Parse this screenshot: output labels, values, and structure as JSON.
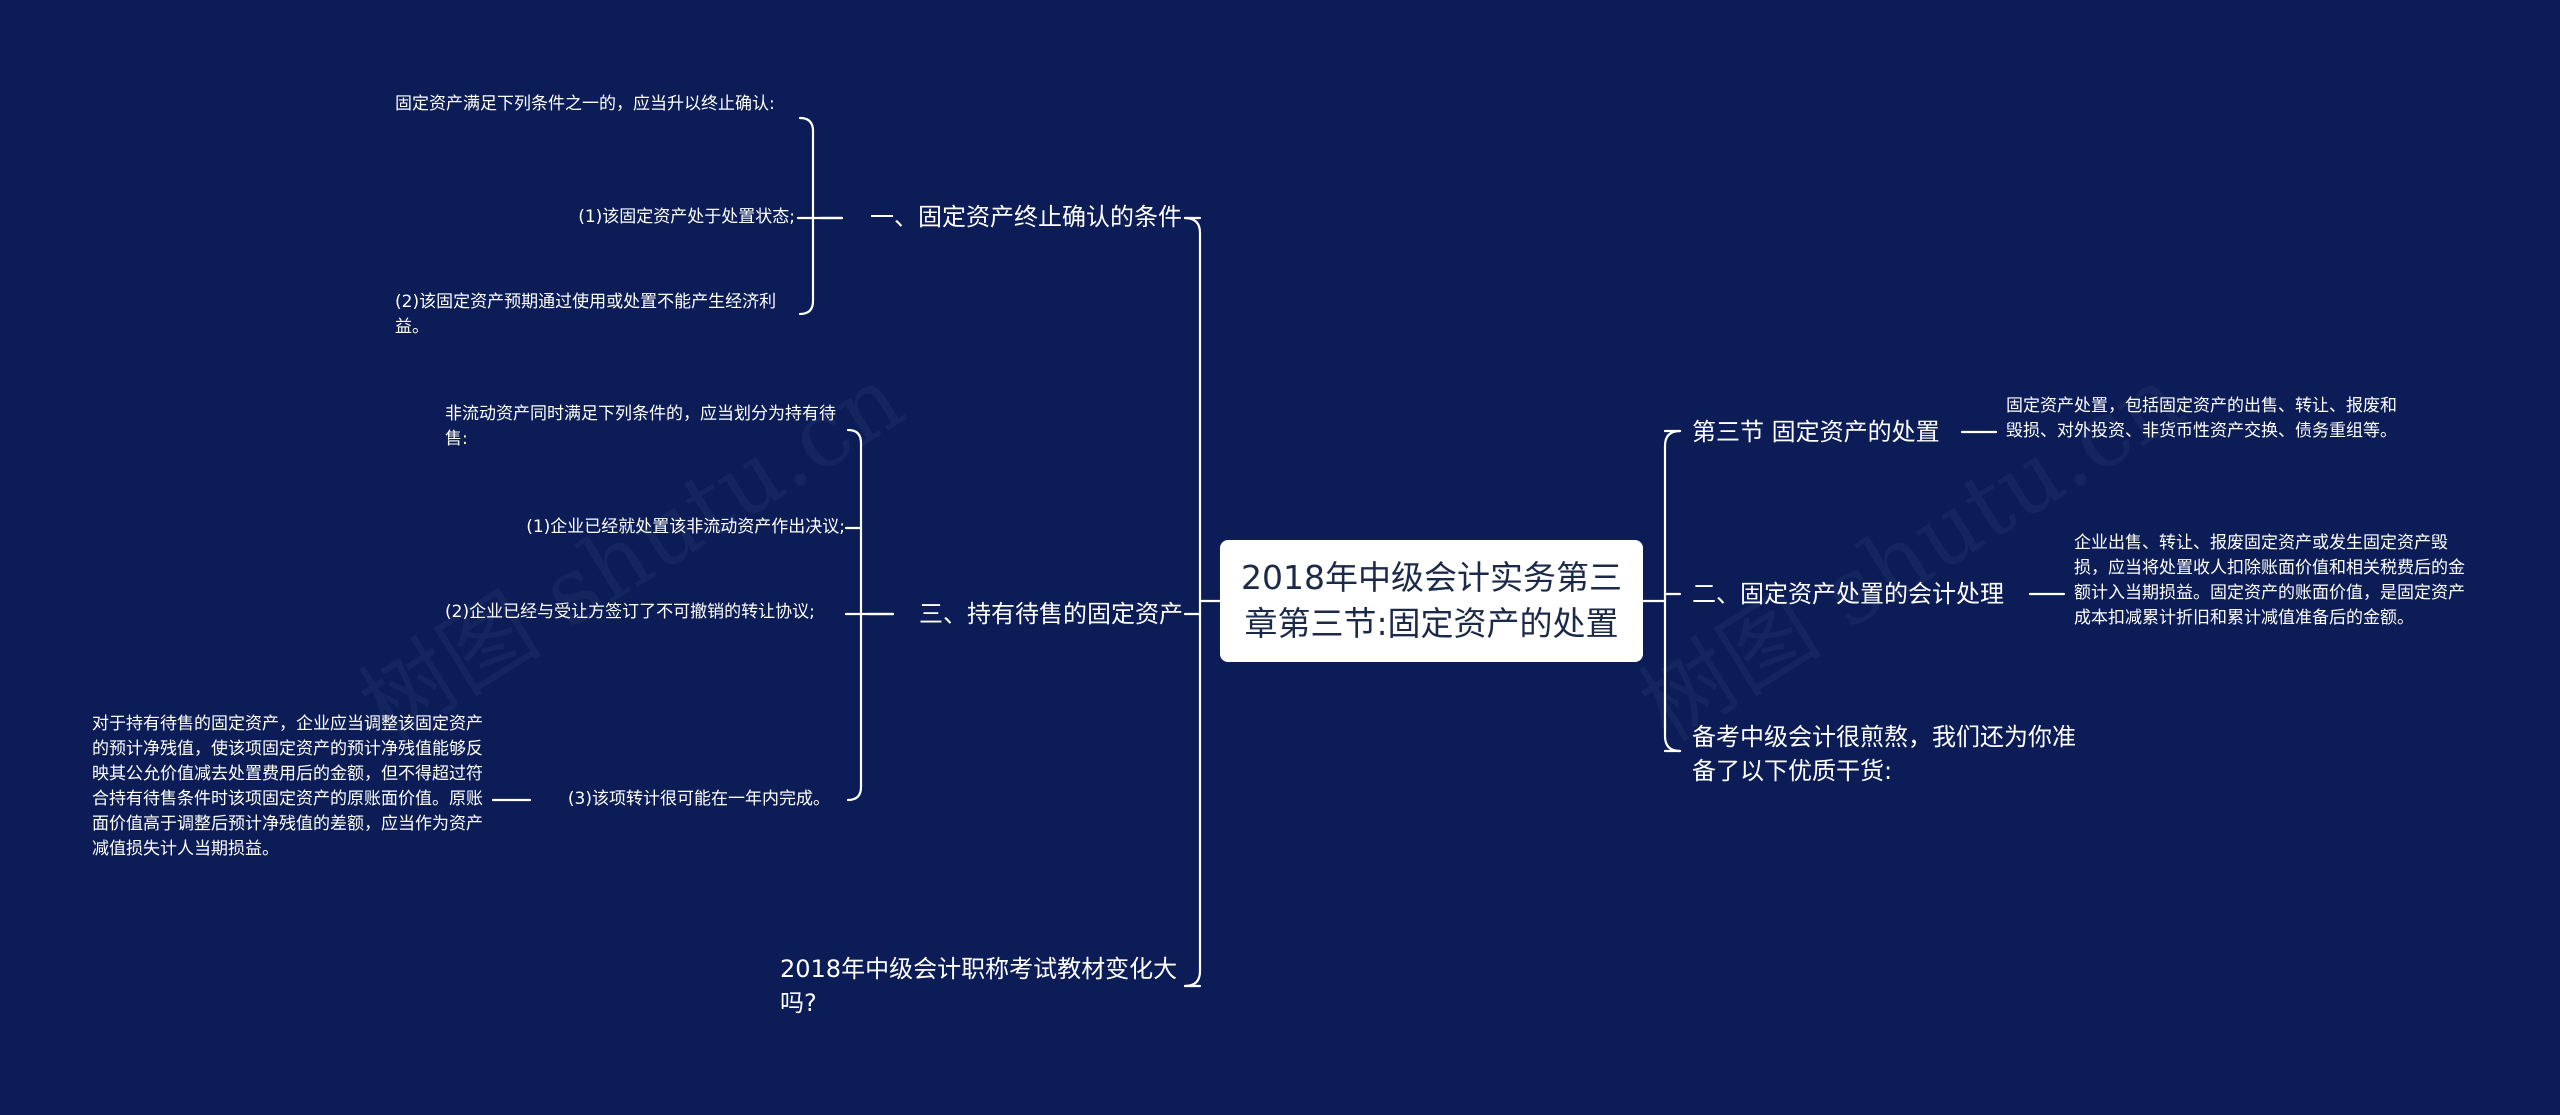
{
  "root": {
    "title": "2018年中级会计实务第三章第三节:固定资产的处置"
  },
  "left": {
    "branch1": {
      "label": "一、固定资产终止确认的条件",
      "children": [
        "固定资产满足下列条件之一的，应当升以终止确认:",
        "(1)该固定资产处于处置状态;",
        "(2)该固定资产预期通过使用或处置不能产生经济利益。"
      ]
    },
    "branch2": {
      "label": "三、持有待售的固定资产",
      "children": [
        "非流动资产同时满足下列条件的，应当划分为持有待售:",
        "(1)企业已经就处置该非流动资产作出决议;",
        "(2)企业已经与受让方签订了不可撤销的转让协议;",
        "(3)该项转计很可能在一年内完成。"
      ],
      "detail": "对于持有待售的固定资产，企业应当调整该固定资产的预计净残值，使该项固定资产的预计净残值能够反映其公允价值减去处置费用后的金额，但不得超过符合持有待售条件时该项固定资产的原账面价值。原账面价值高于调整后预计净残值的差额，应当作为资产减值损失计人当期损益。"
    },
    "branch3": {
      "label": "2018年中级会计职称考试教材变化大吗?"
    }
  },
  "right": {
    "branch1": {
      "label": "第三节 固定资产的处置",
      "detail": "固定资产处置，包括固定资产的出售、转让、报废和毁损、对外投资、非货币性资产交换、债务重组等。"
    },
    "branch2": {
      "label": "二、固定资产处置的会计处理",
      "detail": "企业出售、转让、报废固定资产或发生固定资产毁损，应当将处置收人扣除账面价值和相关税费后的金额计入当期损益。固定资产的账面价值，是固定资产成本扣减累计折旧和累计减值准备后的金额。"
    },
    "branch3": {
      "label": "备考中级会计很煎熬，我们还为你准备了以下优质干货:"
    }
  },
  "watermark": "树图 shutu.cn",
  "colors": {
    "background": "#0b1c56",
    "line": "#ffffff",
    "root_bg": "#ffffff",
    "root_text": "#1c2a4a"
  }
}
